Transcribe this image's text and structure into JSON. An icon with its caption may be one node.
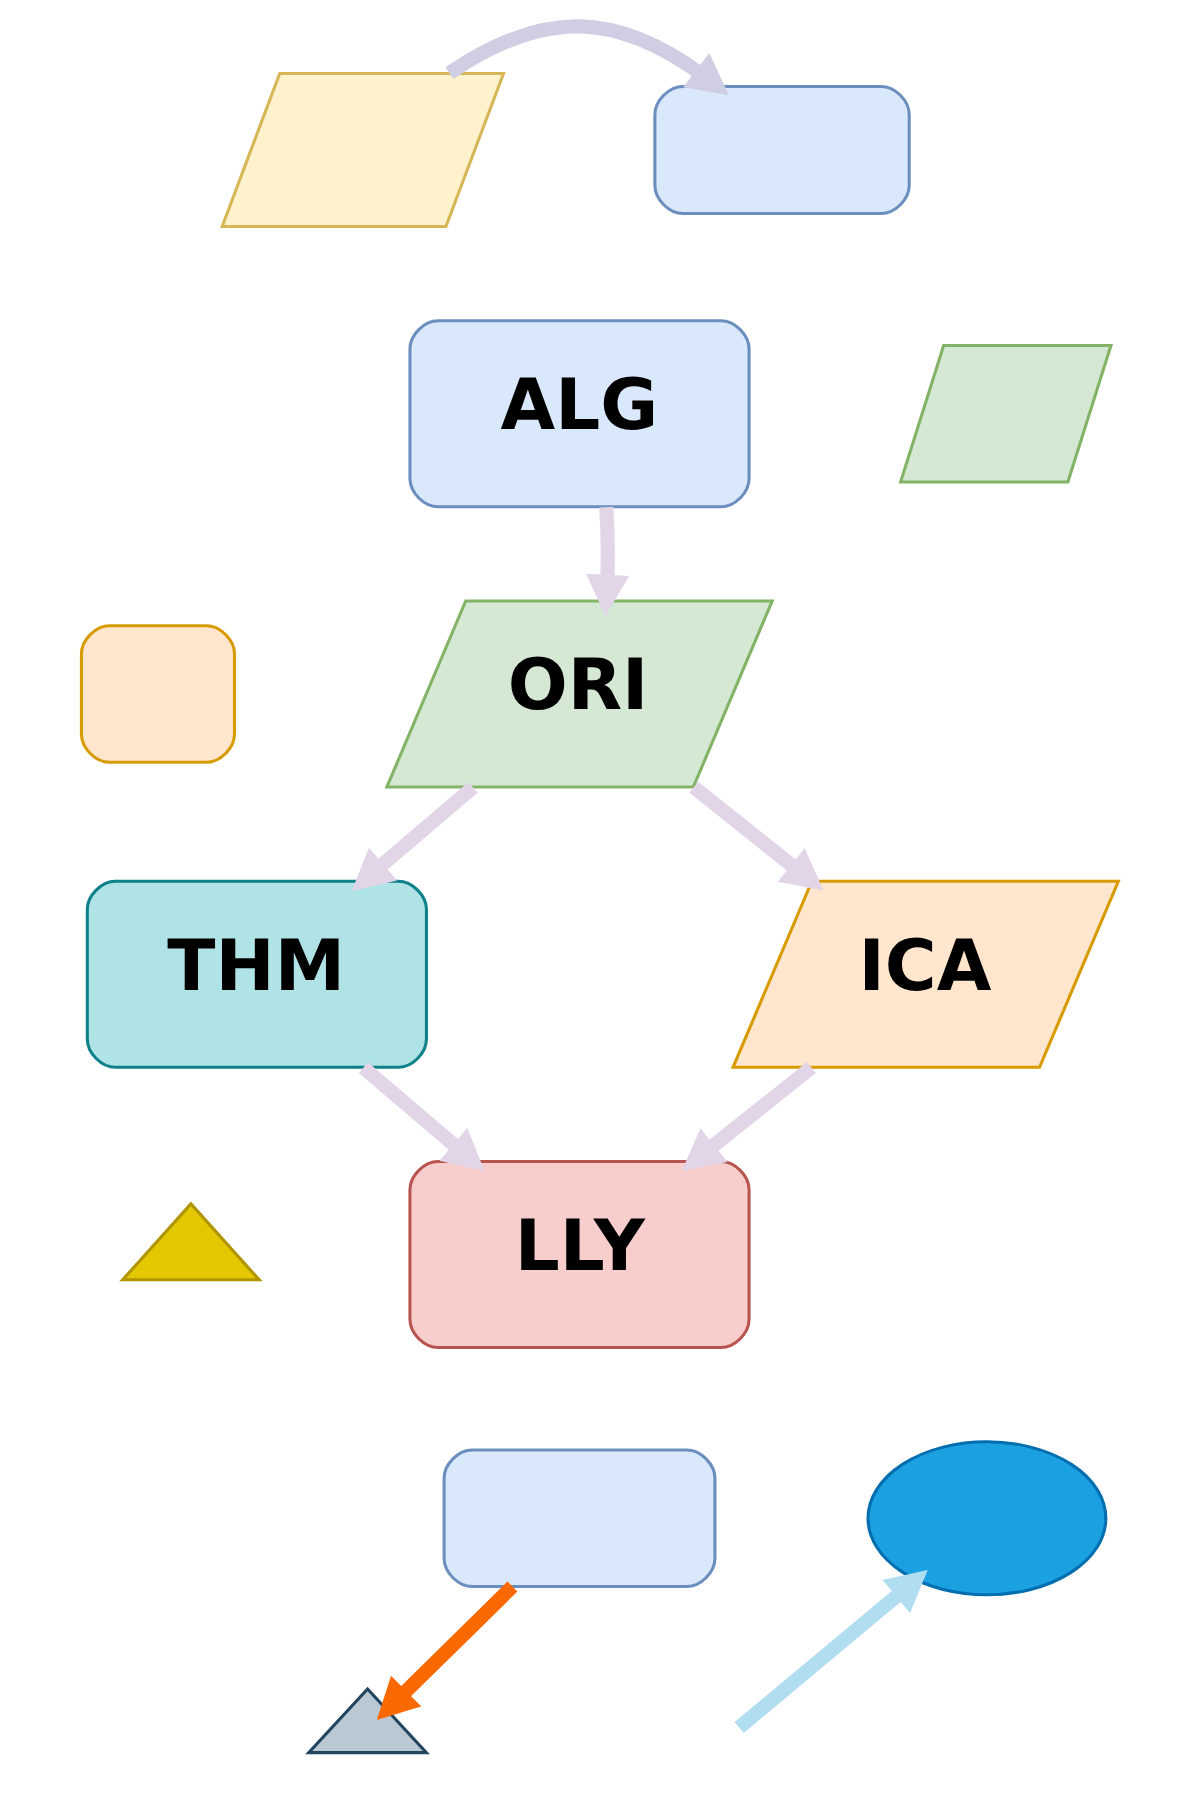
{
  "diagram": {
    "nodes": [
      {
        "text": [],
        "shape": "parallelogram"
      },
      {
        "text": [],
        "shape": "box"
      },
      {
        "text": [
          "ALG"
        ]
      },
      {
        "text": [],
        "shape": "parallelogram"
      },
      {
        "text": [],
        "shape": "box"
      },
      {
        "text": [
          "ORI"
        ]
      },
      {
        "text": [
          "THM"
        ]
      },
      {
        "text": [
          "ICA"
        ]
      },
      {
        "text": [],
        "shape": "triangle"
      },
      {
        "text": [
          "LLY"
        ]
      },
      {
        "text": [],
        "shape": "box"
      },
      {
        "text": [],
        "shape": "ellipse"
      },
      {
        "text": [],
        "shape": "triangle"
      }
    ],
    "edges": [
      {
        "from": 0,
        "to": 1,
        "arrow": "to",
        "color": "#d0cee2"
      },
      {
        "from": 2,
        "to": 5,
        "arrow": "to"
      },
      {
        "from": 5,
        "to": 6,
        "arrow": "to"
      },
      {
        "from": 5,
        "to": 7,
        "arrow": "to"
      },
      {
        "from": 6,
        "to": 9,
        "arrow": "to"
      },
      {
        "from": 7,
        "to": 9,
        "arrow": "to"
      },
      {
        "from": 10,
        "to": 12,
        "arrow": "to",
        "color": "#fa6800"
      },
      {
        "from": null,
        "to": 11,
        "arrow": "to",
        "color": "#b1ddf0"
      }
    ]
  }
}
